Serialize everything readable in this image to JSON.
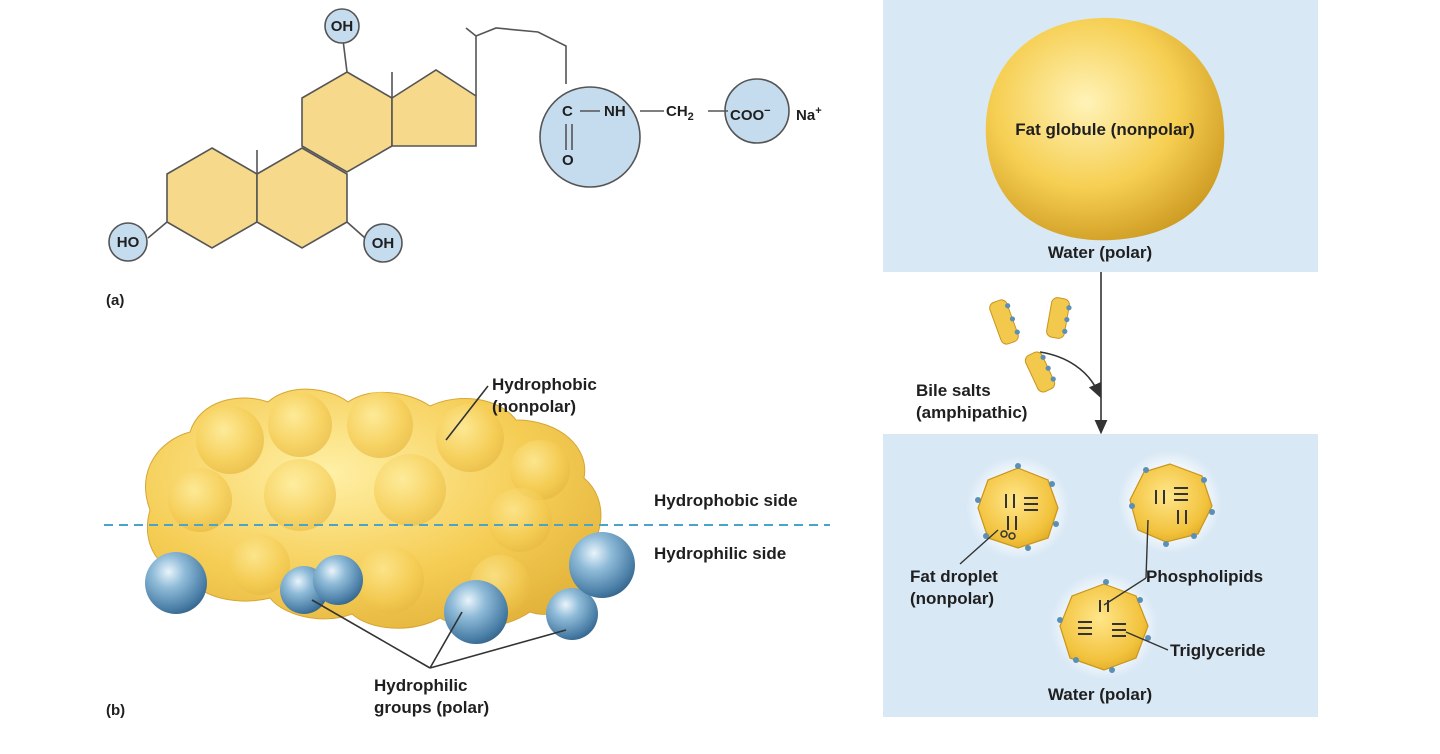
{
  "panel_a": {
    "label": "(a)",
    "oh_top": "OH",
    "ho_left": "HO",
    "oh_bottom": "OH",
    "c": "C",
    "nh": "NH",
    "ch2": "CH",
    "ch2_sub": "2",
    "o": "O",
    "coo": "COO",
    "coo_sup": "−",
    "na": "Na",
    "na_sup": "+"
  },
  "panel_b": {
    "label": "(b)",
    "hydrophobic_line1": "Hydrophobic",
    "hydrophobic_line2": "(nonpolar)",
    "hydrophobic_side": "Hydrophobic side",
    "hydrophilic_side": "Hydrophilic side",
    "hydrophilic_groups_line1": "Hydrophilic",
    "hydrophilic_groups_line2": "groups (polar)"
  },
  "panel_c": {
    "fat_globule": "Fat globule (nonpolar)",
    "water_top": "Water (polar)",
    "bile_salts_line1": "Bile salts",
    "bile_salts_line2": "(amphipathic)",
    "fat_droplet_line1": "Fat droplet",
    "fat_droplet_line2": "(nonpolar)",
    "phospholipids": "Phospholipids",
    "triglyceride": "Triglyceride",
    "water_bottom": "Water (polar)"
  },
  "colors": {
    "ring_fill": "#f6d98a",
    "polar_circle": "#c5dcef",
    "water_panel": "#d8e8f5",
    "fat_yellow": "#f2c94c",
    "hydrophilic_blue": "#5b8fb5",
    "dashed_line": "#4aa3c8"
  }
}
